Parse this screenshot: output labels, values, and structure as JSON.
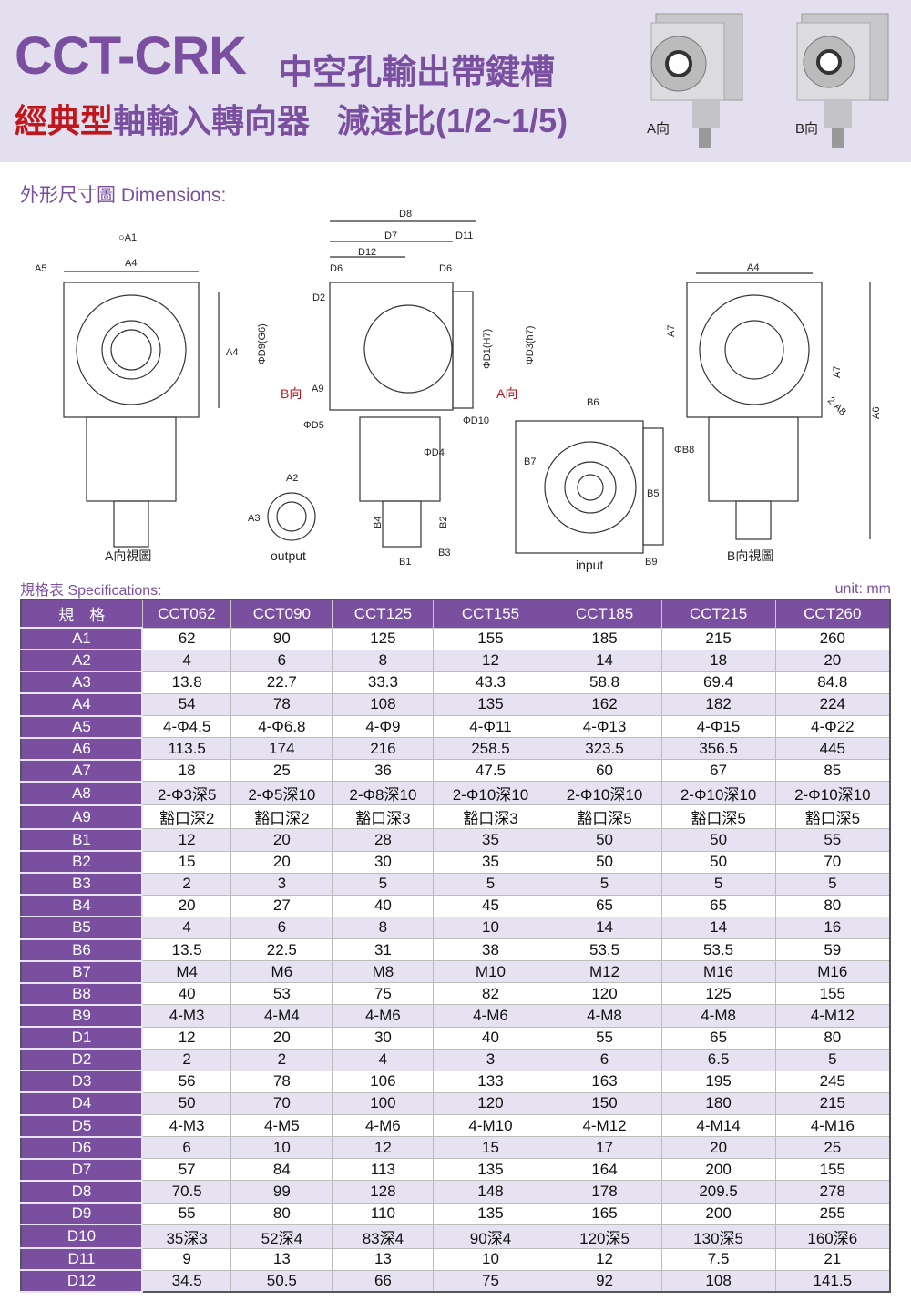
{
  "header": {
    "model": "CCT-CRK",
    "subtitle": "中空孔輸出帶鍵槽",
    "line2_red": "經典型",
    "line2_purple": "軸輸入轉向器",
    "ratio": "減速比(1/2~1/5)",
    "product_a_label": "A向",
    "product_b_label": "B向"
  },
  "dimensions_title": "外形尺寸圖 Dimensions:",
  "drawing": {
    "labels": {
      "a1": "○A1",
      "a4": "A4",
      "a5": "A5",
      "a4v": "A4",
      "a_view": "A向視圖",
      "a2": "A2",
      "a3": "A3",
      "output": "output",
      "d8": "D8",
      "d7": "D7",
      "d11": "D11",
      "d12": "D12",
      "d6a": "D6",
      "d6b": "D6",
      "d2": "D2",
      "d9": "ΦD9(G6)",
      "d1": "ΦD1(H7)",
      "d3": "ΦD3(h7)",
      "b_dir": "B向",
      "a9": "A9",
      "a_dir": "A向",
      "d5": "ΦD5",
      "d10": "ΦD10",
      "d4": "ΦD4",
      "b4": "B4",
      "b2": "B2",
      "b1": "B1",
      "b3": "B3",
      "b6": "B6",
      "b7": "B7",
      "b8": "ΦB8",
      "b5": "B5",
      "b9": "B9",
      "input": "input",
      "a4r": "A4",
      "a7a": "A7",
      "a7b": "A7",
      "a8": "2-A8",
      "a6": "A6",
      "b_view": "B向視圖"
    }
  },
  "spec_title": "規格表 Specifications:",
  "unit": "unit: mm",
  "table": {
    "corner": "規　格",
    "columns": [
      "CCT062",
      "CCT090",
      "CCT125",
      "CCT155",
      "CCT185",
      "CCT215",
      "CCT260"
    ],
    "rows": [
      {
        "label": "A1",
        "values": [
          "62",
          "90",
          "125",
          "155",
          "185",
          "215",
          "260"
        ]
      },
      {
        "label": "A2",
        "values": [
          "4",
          "6",
          "8",
          "12",
          "14",
          "18",
          "20"
        ]
      },
      {
        "label": "A3",
        "values": [
          "13.8",
          "22.7",
          "33.3",
          "43.3",
          "58.8",
          "69.4",
          "84.8"
        ]
      },
      {
        "label": "A4",
        "values": [
          "54",
          "78",
          "108",
          "135",
          "162",
          "182",
          "224"
        ]
      },
      {
        "label": "A5",
        "values": [
          "4-Φ4.5",
          "4-Φ6.8",
          "4-Φ9",
          "4-Φ11",
          "4-Φ13",
          "4-Φ15",
          "4-Φ22"
        ]
      },
      {
        "label": "A6",
        "values": [
          "113.5",
          "174",
          "216",
          "258.5",
          "323.5",
          "356.5",
          "445"
        ]
      },
      {
        "label": "A7",
        "values": [
          "18",
          "25",
          "36",
          "47.5",
          "60",
          "67",
          "85"
        ]
      },
      {
        "label": "A8",
        "values": [
          "2-Φ3深5",
          "2-Φ5深10",
          "2-Φ8深10",
          "2-Φ10深10",
          "2-Φ10深10",
          "2-Φ10深10",
          "2-Φ10深10"
        ]
      },
      {
        "label": "A9",
        "values": [
          "豁口深2",
          "豁口深2",
          "豁口深3",
          "豁口深3",
          "豁口深5",
          "豁口深5",
          "豁口深5"
        ]
      },
      {
        "label": "B1",
        "values": [
          "12",
          "20",
          "28",
          "35",
          "50",
          "50",
          "55"
        ]
      },
      {
        "label": "B2",
        "values": [
          "15",
          "20",
          "30",
          "35",
          "50",
          "50",
          "70"
        ]
      },
      {
        "label": "B3",
        "values": [
          "2",
          "3",
          "5",
          "5",
          "5",
          "5",
          "5"
        ]
      },
      {
        "label": "B4",
        "values": [
          "20",
          "27",
          "40",
          "45",
          "65",
          "65",
          "80"
        ]
      },
      {
        "label": "B5",
        "values": [
          "4",
          "6",
          "8",
          "10",
          "14",
          "14",
          "16"
        ]
      },
      {
        "label": "B6",
        "values": [
          "13.5",
          "22.5",
          "31",
          "38",
          "53.5",
          "53.5",
          "59"
        ]
      },
      {
        "label": "B7",
        "values": [
          "M4",
          "M6",
          "M8",
          "M10",
          "M12",
          "M16",
          "M16"
        ]
      },
      {
        "label": "B8",
        "values": [
          "40",
          "53",
          "75",
          "82",
          "120",
          "125",
          "155"
        ]
      },
      {
        "label": "B9",
        "values": [
          "4-M3",
          "4-M4",
          "4-M6",
          "4-M6",
          "4-M8",
          "4-M8",
          "4-M12"
        ]
      },
      {
        "label": "D1",
        "values": [
          "12",
          "20",
          "30",
          "40",
          "55",
          "65",
          "80"
        ]
      },
      {
        "label": "D2",
        "values": [
          "2",
          "2",
          "4",
          "3",
          "6",
          "6.5",
          "5"
        ]
      },
      {
        "label": "D3",
        "values": [
          "56",
          "78",
          "106",
          "133",
          "163",
          "195",
          "245"
        ]
      },
      {
        "label": "D4",
        "values": [
          "50",
          "70",
          "100",
          "120",
          "150",
          "180",
          "215"
        ]
      },
      {
        "label": "D5",
        "values": [
          "4-M3",
          "4-M5",
          "4-M6",
          "4-M10",
          "4-M12",
          "4-M14",
          "4-M16"
        ]
      },
      {
        "label": "D6",
        "values": [
          "6",
          "10",
          "12",
          "15",
          "17",
          "20",
          "25"
        ]
      },
      {
        "label": "D7",
        "values": [
          "57",
          "84",
          "113",
          "135",
          "164",
          "200",
          "155"
        ]
      },
      {
        "label": "D8",
        "values": [
          "70.5",
          "99",
          "128",
          "148",
          "178",
          "209.5",
          "278"
        ]
      },
      {
        "label": "D9",
        "values": [
          "55",
          "80",
          "110",
          "135",
          "165",
          "200",
          "255"
        ]
      },
      {
        "label": "D10",
        "values": [
          "35深3",
          "52深4",
          "83深4",
          "90深4",
          "120深5",
          "130深5",
          "160深6"
        ]
      },
      {
        "label": "D11",
        "values": [
          "9",
          "13",
          "13",
          "10",
          "12",
          "7.5",
          "21"
        ]
      },
      {
        "label": "D12",
        "values": [
          "34.5",
          "50.5",
          "66",
          "75",
          "92",
          "108",
          "141.5"
        ]
      }
    ]
  }
}
